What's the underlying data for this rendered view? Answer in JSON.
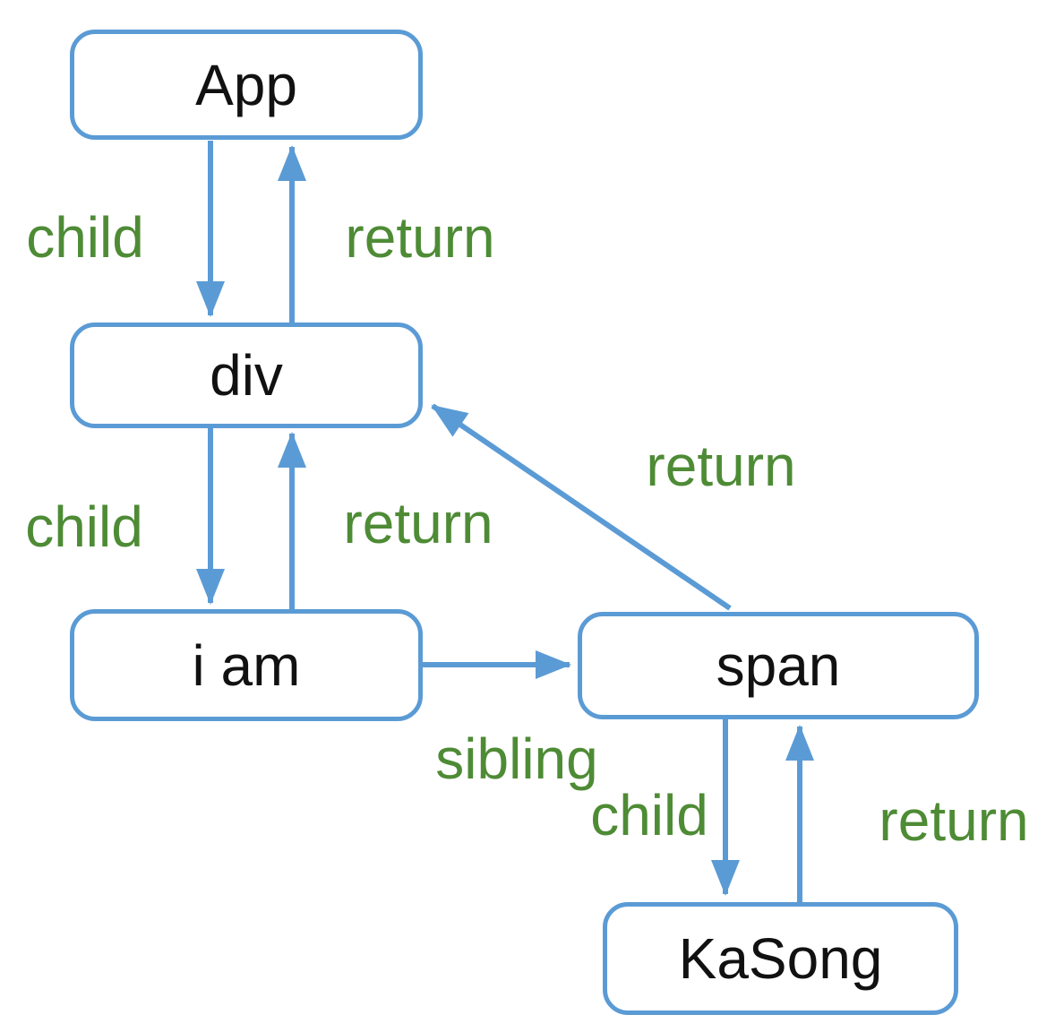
{
  "colors": {
    "node_border": "#5b9bd5",
    "arrow": "#5b9bd5",
    "edge_label_text": "#4e8b35",
    "node_text": "#111111",
    "background": "#ffffff"
  },
  "nodes": {
    "app": {
      "label": "App"
    },
    "div": {
      "label": "div"
    },
    "iam": {
      "label": "i am"
    },
    "span": {
      "label": "span"
    },
    "kasong": {
      "label": "KaSong"
    }
  },
  "edge_labels": {
    "app_to_div_child": {
      "text": "child"
    },
    "div_to_app_return": {
      "text": "return"
    },
    "div_to_iam_child": {
      "text": "child"
    },
    "iam_to_div_return": {
      "text": "return"
    },
    "span_to_div_return": {
      "text": "return"
    },
    "iam_to_span_sibling": {
      "text": "sibling"
    },
    "span_to_kasong_child": {
      "text": "child"
    },
    "kasong_to_span_return": {
      "text": "return"
    }
  }
}
